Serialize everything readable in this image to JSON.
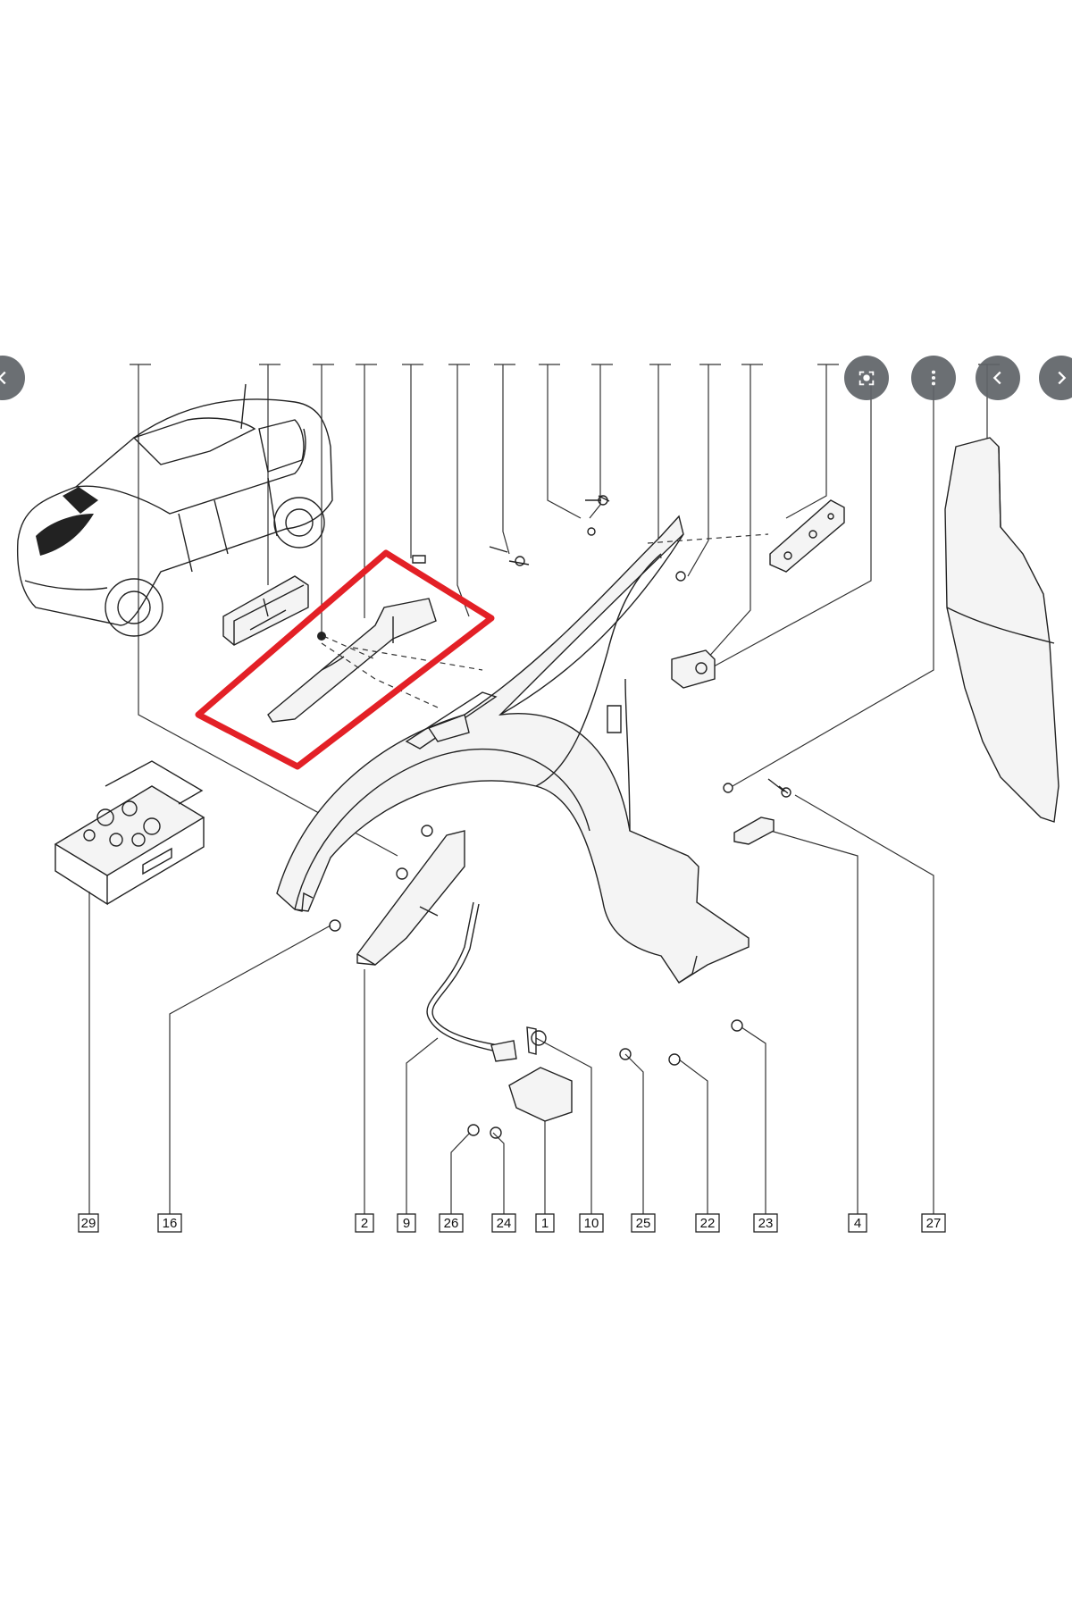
{
  "bottom_callouts": [
    "29",
    "16",
    "2",
    "9",
    "26",
    "24",
    "1",
    "10",
    "25",
    "22",
    "23",
    "4",
    "27"
  ],
  "highlight_color": "#e32026",
  "overlay_controls": {
    "prev_left_icon": "chevron-left-icon",
    "lens_icon": "lens-icon",
    "more_icon": "more-vert-icon",
    "prev_icon": "chevron-left-icon",
    "next_icon": "chevron-right-icon"
  }
}
